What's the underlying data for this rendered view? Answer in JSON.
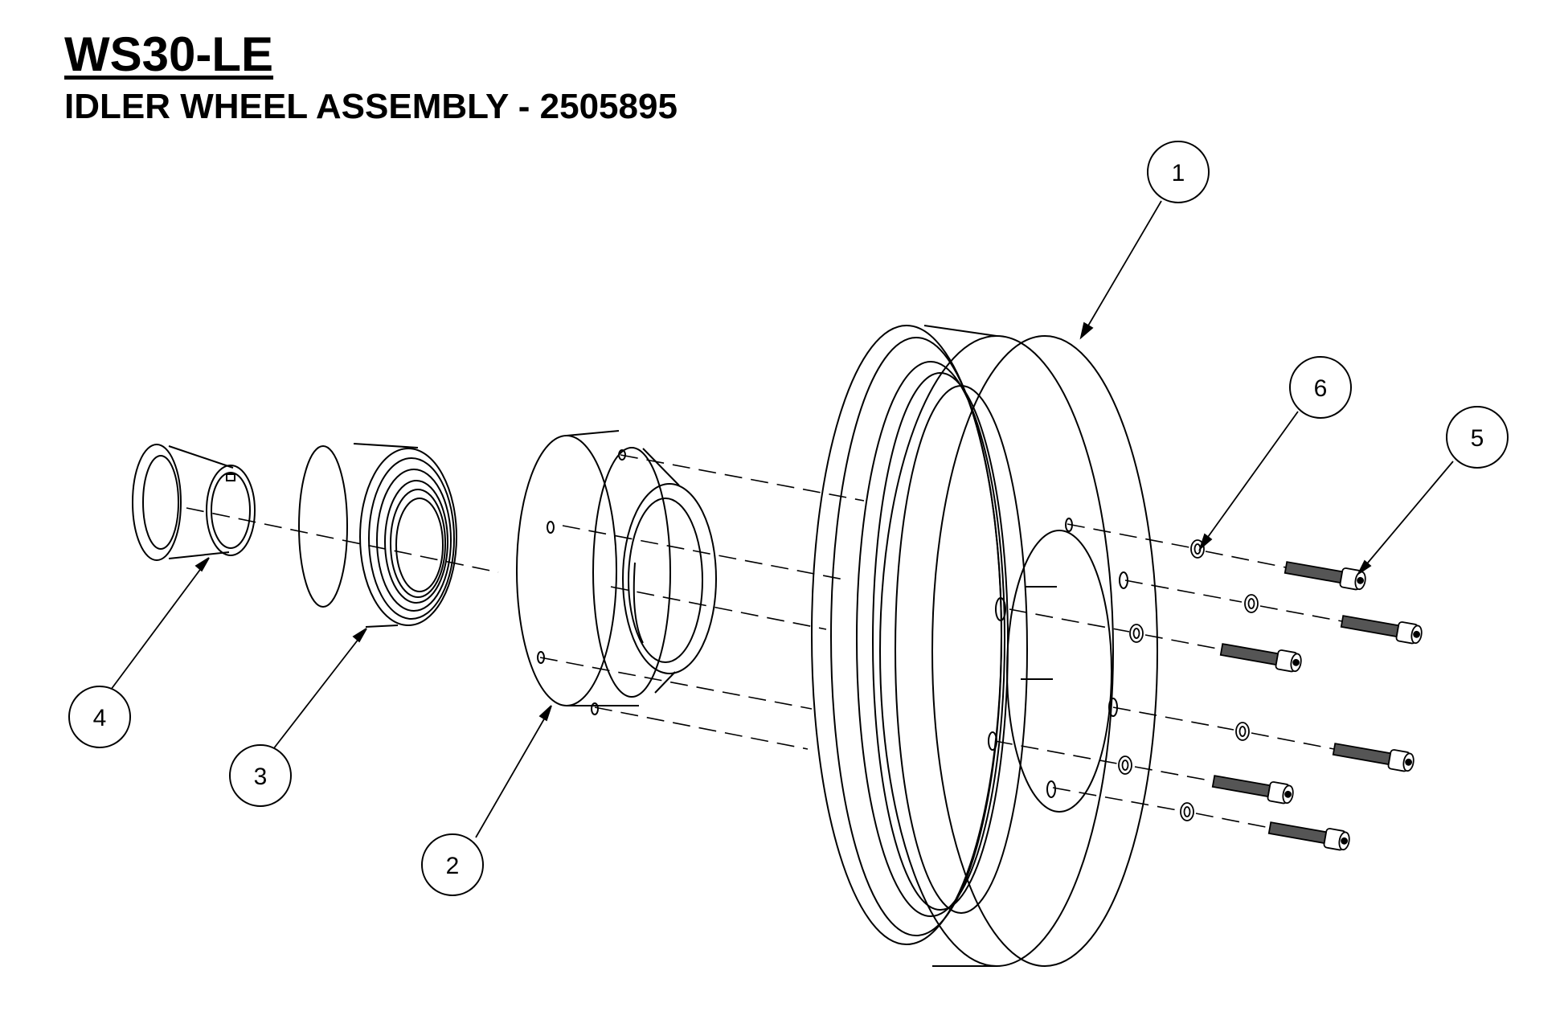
{
  "header": {
    "model": "WS30-LE",
    "assembly_title": "IDLER WHEEL ASSEMBLY - 2505895"
  },
  "callouts": [
    "1",
    "2",
    "3",
    "4",
    "5",
    "6"
  ]
}
